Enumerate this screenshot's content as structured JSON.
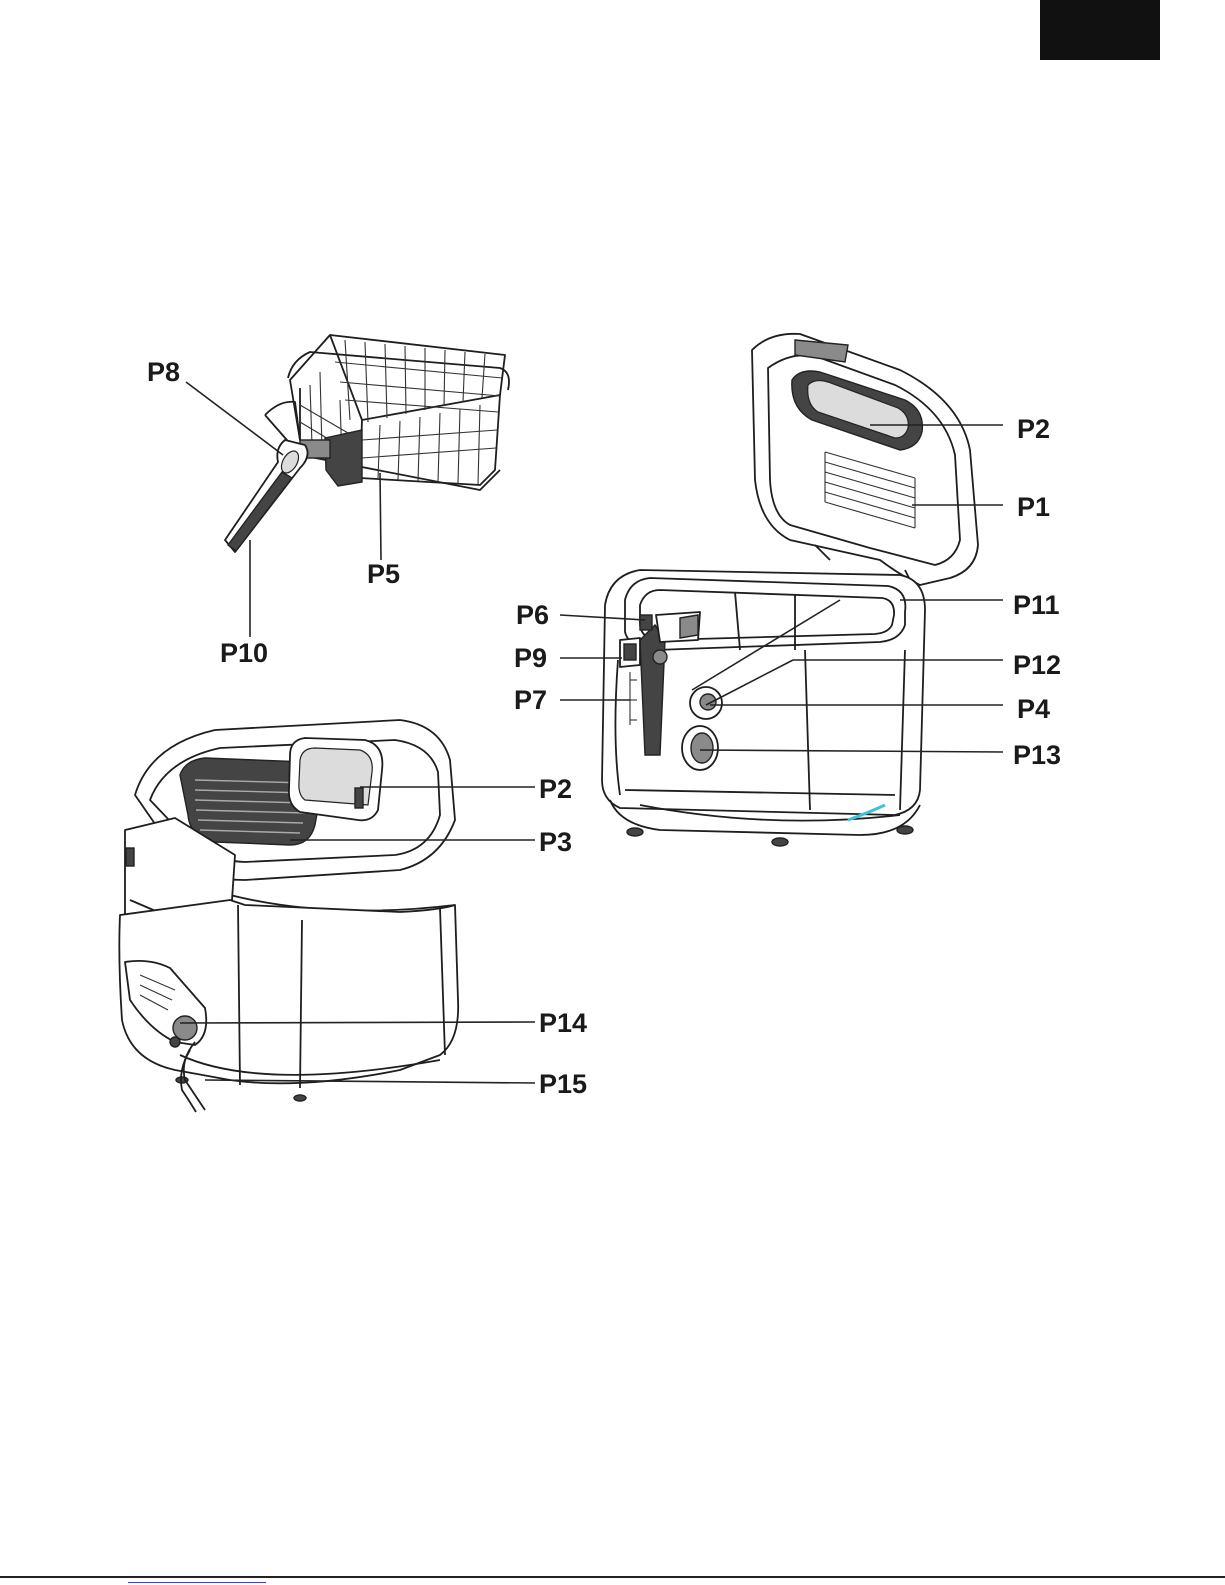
{
  "header_tab": {
    "color": "#111111"
  },
  "labels": {
    "p1": "P1",
    "p2_lid": "P2",
    "p2_closed": "P2",
    "p3": "P3",
    "p4": "P4",
    "p5": "P5",
    "p6": "P6",
    "p7": "P7",
    "p8": "P8",
    "p9": "P9",
    "p10": "P10",
    "p11": "P11",
    "p12": "P12",
    "p13": "P13",
    "p14": "P14",
    "p15": "P15"
  },
  "icons": {
    "basket": "frying-basket-illustration",
    "open_fryer": "open-deep-fryer-illustration",
    "closed_fryer": "closed-deep-fryer-illustration"
  },
  "footer": {
    "rule_color": "#222222",
    "link_color": "#3b3bd6"
  }
}
